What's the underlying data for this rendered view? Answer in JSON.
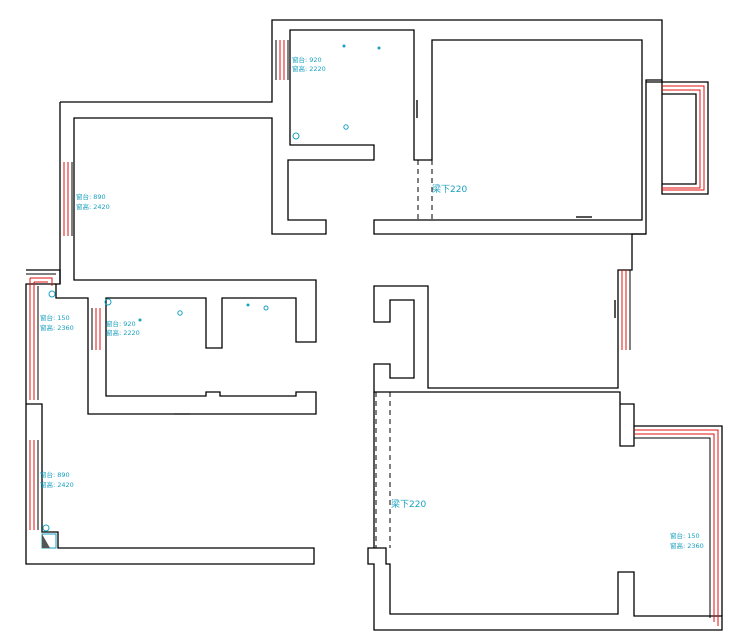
{
  "beam_labels": {
    "upper": "梁下220",
    "lower": "梁下220"
  },
  "window_notes": [
    {
      "sill": "窗台: 920",
      "height": "窗高: 2220"
    },
    {
      "sill": "窗台: 890",
      "height": "窗高: 2420"
    },
    {
      "sill": "窗台: 150",
      "height": "窗高: 2360"
    },
    {
      "sill": "窗台: 920",
      "height": "窗高: 2220"
    },
    {
      "sill": "窗台: 890",
      "height": "窗高: 2420"
    },
    {
      "sill": "窗台: 150",
      "height": "窗高: 2360"
    }
  ],
  "colors": {
    "wall": "#000000",
    "window_red": "#e01010",
    "annotation": "#1aa0c0"
  }
}
